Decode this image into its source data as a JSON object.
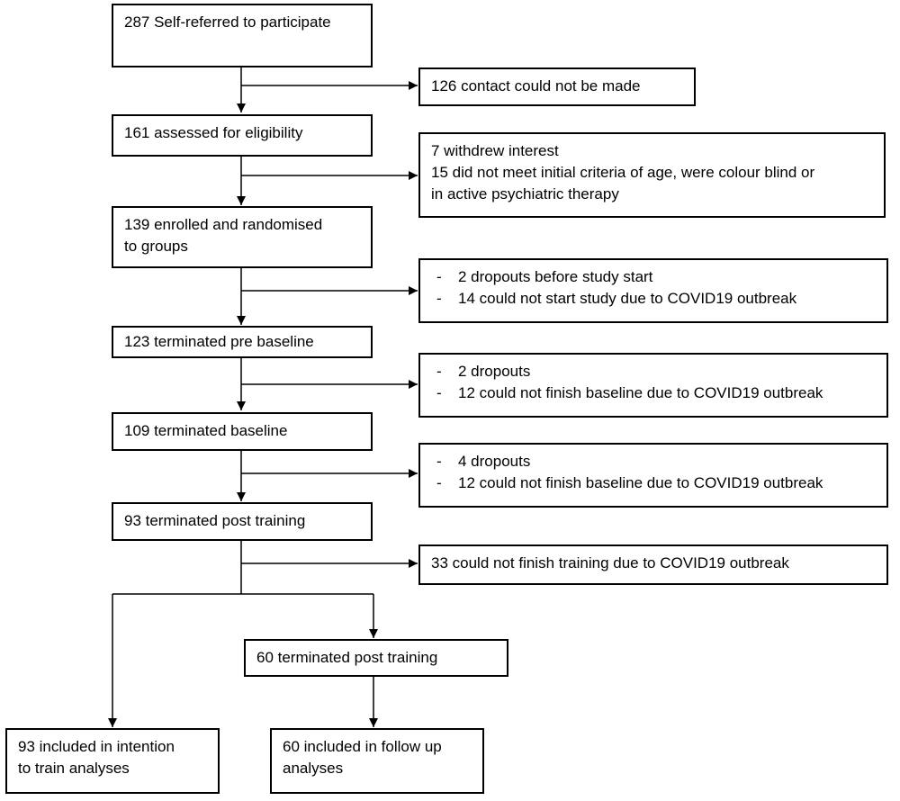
{
  "boxes": {
    "self_referred": "287 Self-referred to participate",
    "no_contact": "126 contact could not be made",
    "assessed": "161 assessed for eligibility",
    "excluded": [
      "7 withdrew interest",
      "15 did not meet initial criteria of age, were colour blind or",
      "in active psychiatric therapy"
    ],
    "enrolled": [
      "139 enrolled and randomised",
      "to groups"
    ],
    "pre_study_losses": [
      "2 dropouts before study start",
      "14 could not start study due to COVID19 outbreak"
    ],
    "pre_baseline": "123 terminated pre baseline",
    "baseline_losses": [
      "2 dropouts",
      "12 could not finish baseline due to COVID19 outbreak"
    ],
    "baseline": "109 terminated baseline",
    "post_baseline_losses": [
      "4 dropouts",
      "12 could not finish baseline due to COVID19 outbreak"
    ],
    "post_training": "93 terminated post training",
    "training_losses": "33 could not finish training due to COVID19 outbreak",
    "post_training_60": "60 terminated post training",
    "itt_analyses": [
      "93 included in intention",
      "to train analyses"
    ],
    "follow_up_analyses": [
      "60 included in follow up",
      "analyses"
    ]
  }
}
